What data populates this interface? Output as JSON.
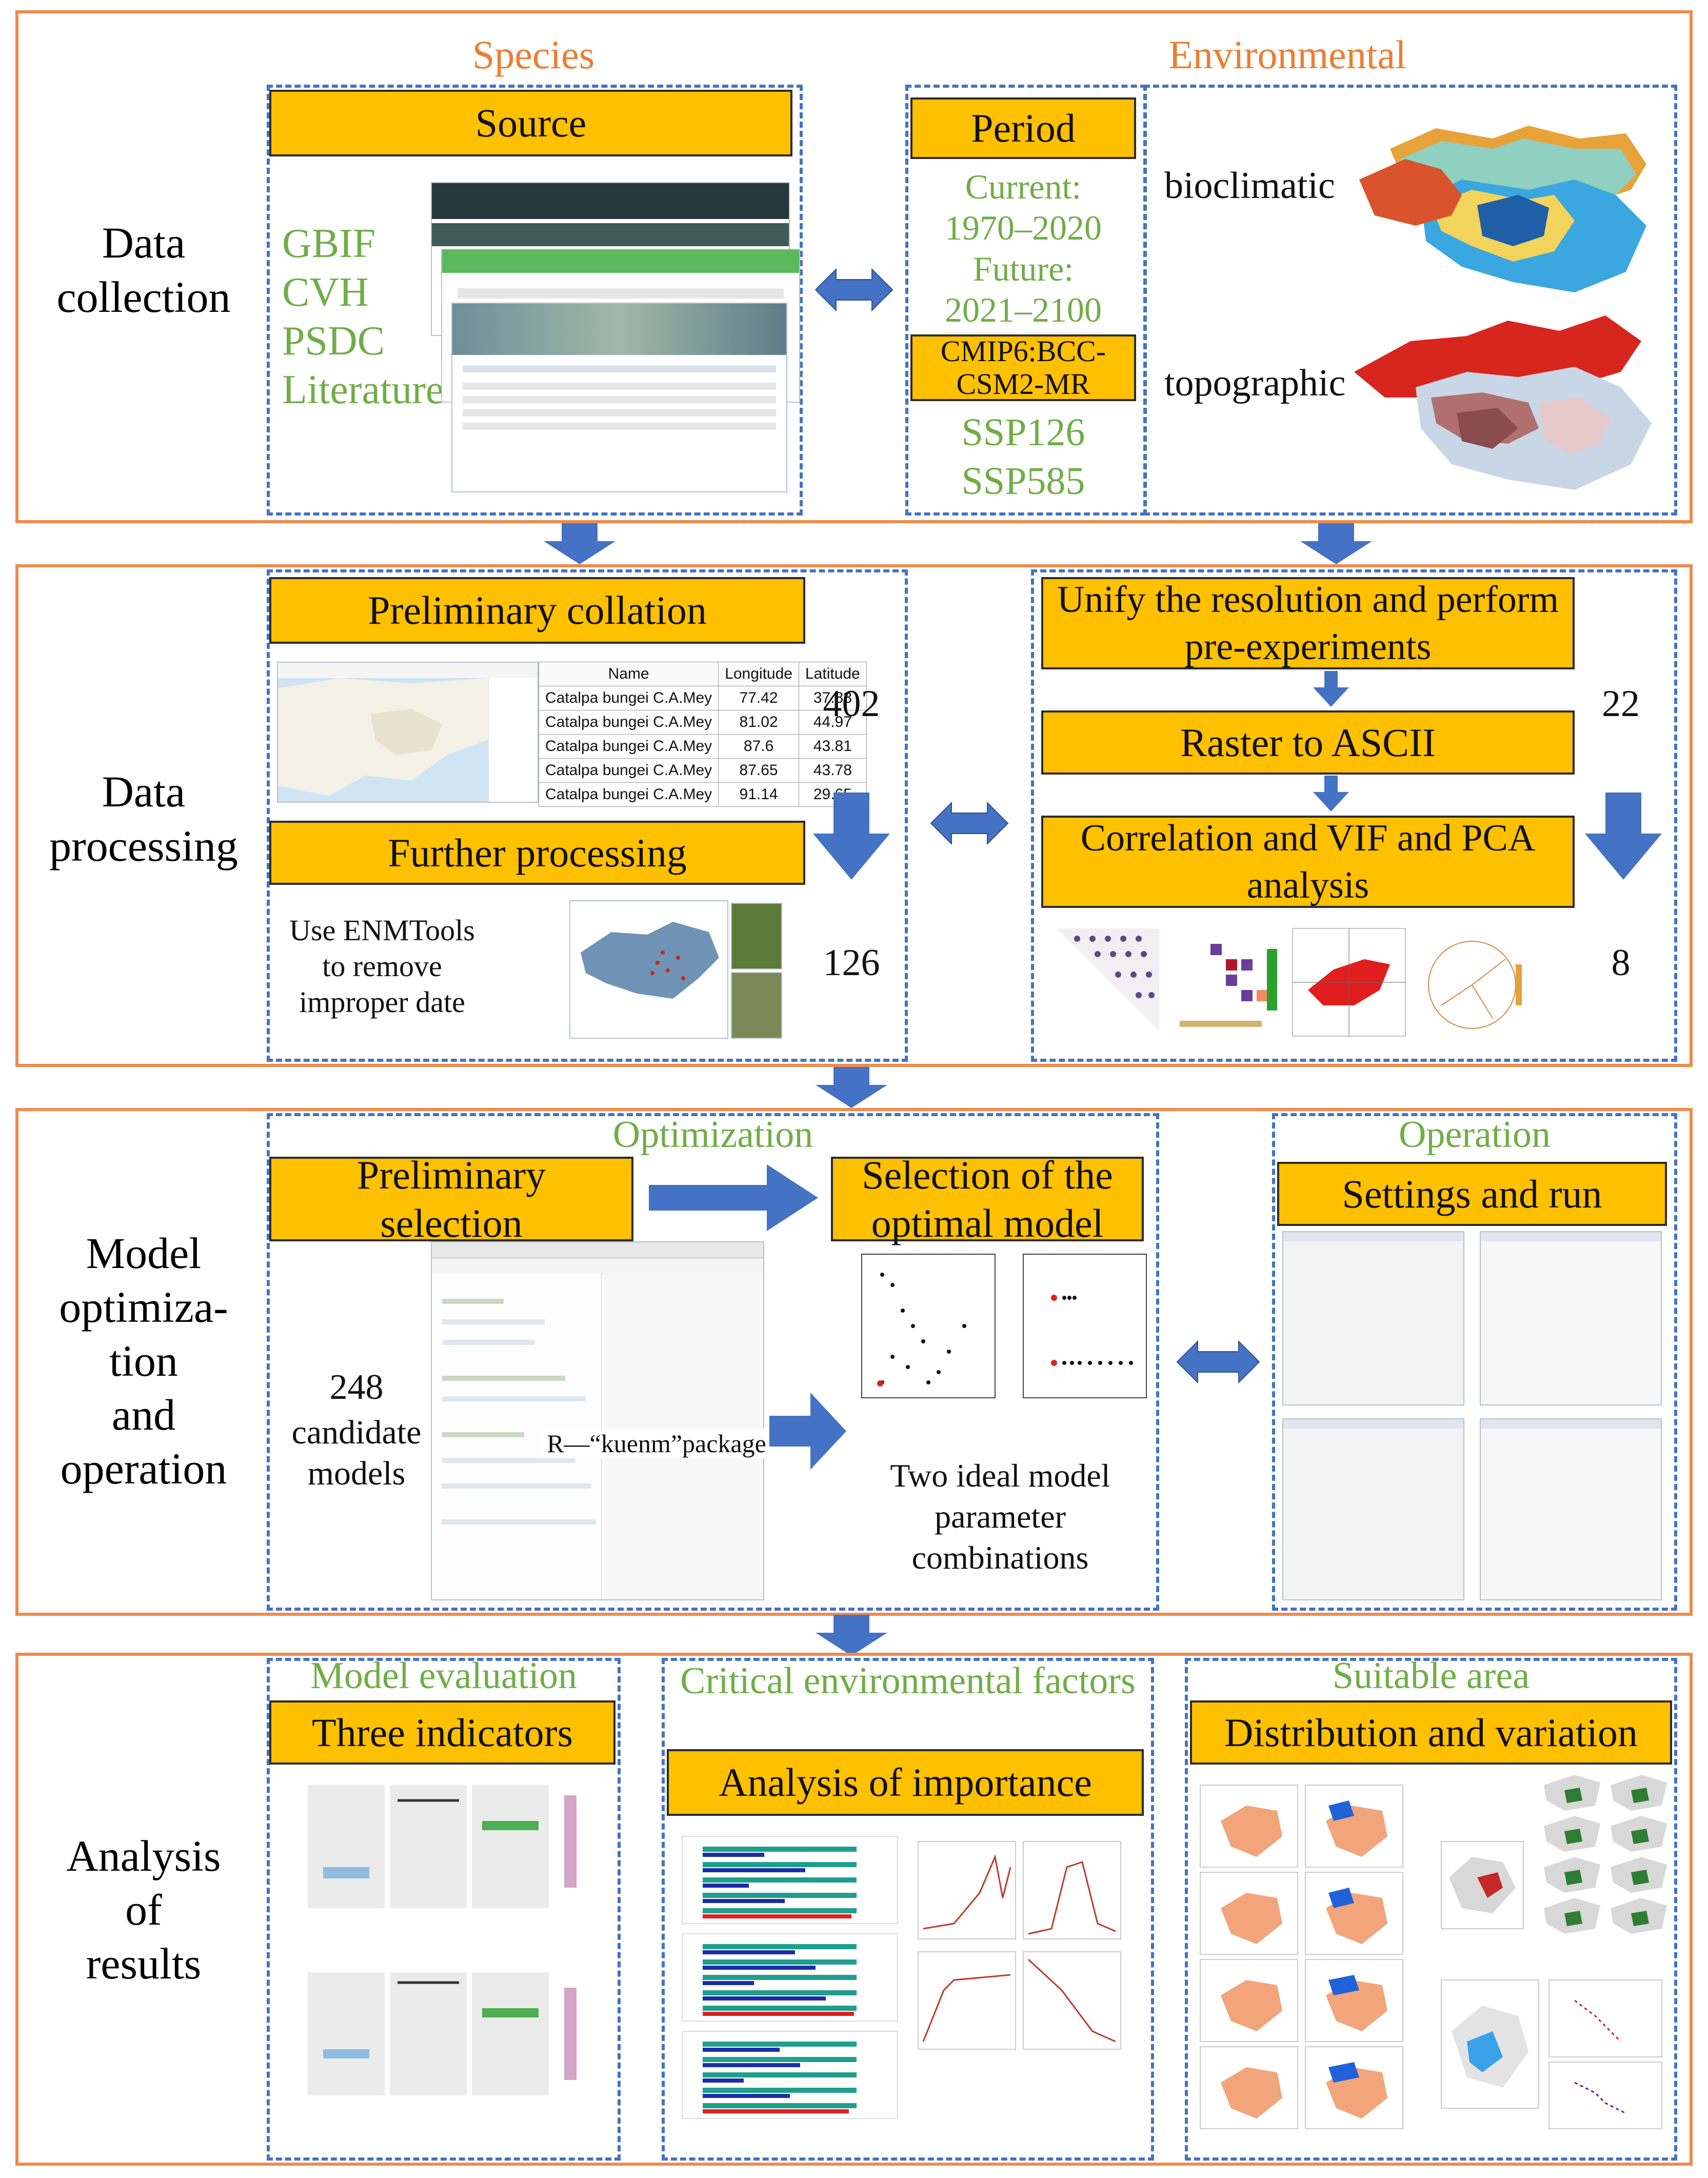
{
  "colors": {
    "section_border": "#f08a4b",
    "dashed_border": "#4472c4",
    "header_fill": "#ffc000",
    "green_text": "#70ad47",
    "orange_text": "#ed7d31",
    "arrow_fill": "#4472c4"
  },
  "rows": {
    "data_collection": "Data collection",
    "data_processing": "Data processing",
    "model": [
      "Model",
      "optimiza-",
      "tion",
      "and",
      "operation"
    ],
    "analysis": [
      "Analysis",
      "of",
      "results"
    ]
  },
  "collection": {
    "species_title": "Species",
    "environmental_title": "Environmental",
    "source_label": "Source",
    "sources": [
      "GBIF",
      "CVH",
      "PSDC",
      "Literature"
    ],
    "period_label": "Period",
    "current_label": "Current:",
    "current_years": "1970–2020",
    "future_label": "Future:",
    "future_years": "2021–2100",
    "cmip_label": "CMIP6:BCC-CSM2-MR",
    "ssp1": "SSP126",
    "ssp2": "SSP585",
    "bioclimatic": "bioclimatic",
    "topographic": "topographic"
  },
  "processing": {
    "preliminary_collation": "Preliminary collation",
    "table_headers": [
      "Name",
      "Longitude",
      "Latitude"
    ],
    "table_rows": [
      [
        "Catalpa bungei C.A.Mey",
        "77.42",
        "37.88"
      ],
      [
        "Catalpa bungei C.A.Mey",
        "81.02",
        "44.97"
      ],
      [
        "Catalpa bungei C.A.Mey",
        "87.6",
        "43.81"
      ],
      [
        "Catalpa bungei C.A.Mey",
        "87.65",
        "43.78"
      ],
      [
        "Catalpa bungei C.A.Mey",
        "91.14",
        "29.65"
      ]
    ],
    "count_402": "402",
    "further_processing": "Further processing",
    "enmtools_note": [
      "Use ENMTools",
      "to remove",
      "improper date"
    ],
    "count_126": "126",
    "unify_label": "Unify the resolution and perform pre-experiments",
    "raster_label": "Raster to ASCII",
    "correlation_label": "Correlation and VIF and PCA analysis",
    "count_22": "22",
    "count_8": "8"
  },
  "model": {
    "optimization_title": "Optimization",
    "operation_title": "Operation",
    "preliminary_selection": "Preliminary selection",
    "optimal_model": "Selection of the optimal model",
    "settings_run": "Settings and run",
    "candidate_count": "248",
    "candidate_text": [
      "candidate",
      "models"
    ],
    "package_label": "R—“kuenm”package",
    "ideal_text": [
      "Two ideal model",
      "parameter",
      "combinations"
    ]
  },
  "analysis": {
    "model_evaluation_title": "Model evaluation",
    "three_indicators": "Three indicators",
    "critical_title": "Critical environmental factors",
    "importance_label": "Analysis of importance",
    "suitable_title": "Suitable area",
    "distribution_label": "Distribution and variation"
  }
}
